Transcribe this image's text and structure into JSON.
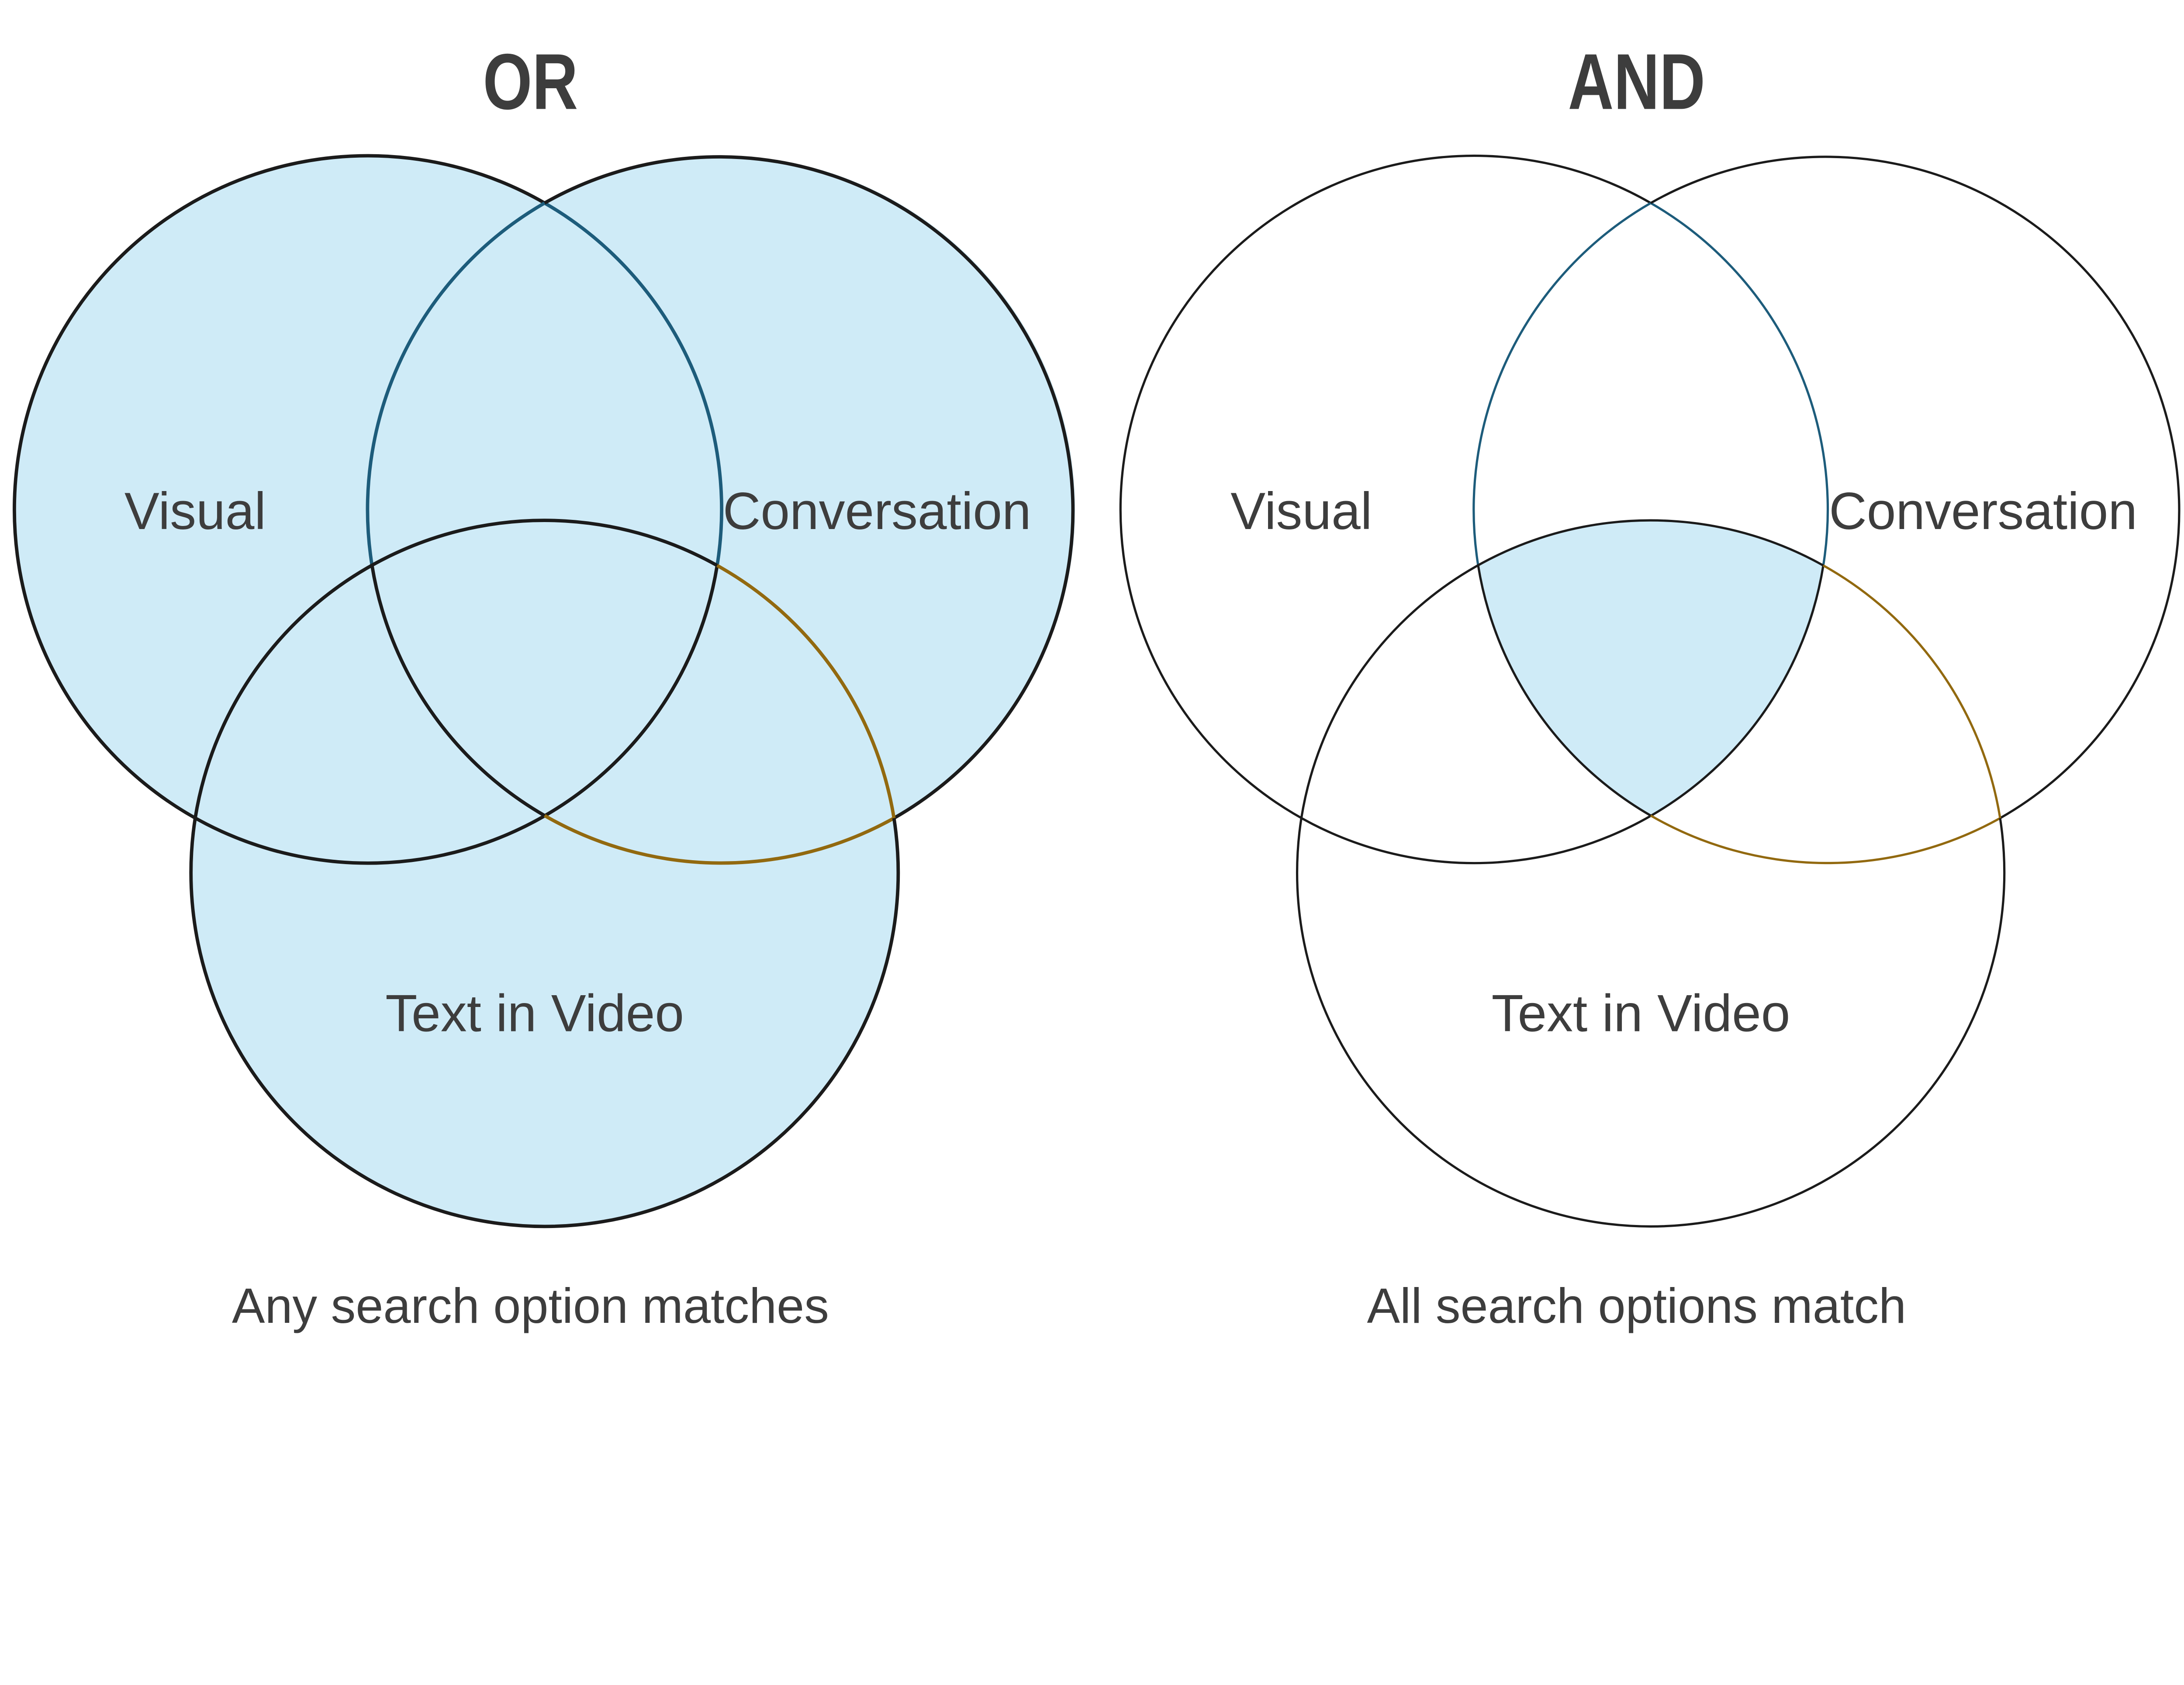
{
  "left_diagram": {
    "title": "OR",
    "labels": {
      "visual": "Visual",
      "conversation": "Conversation",
      "text_in_video": "Text in Video"
    },
    "caption": "Any search option matches"
  },
  "right_diagram": {
    "title": "AND",
    "labels": {
      "visual": "Visual",
      "conversation": "Conversation",
      "text_in_video": "Text in Video"
    },
    "caption": "All search options match"
  },
  "colors": {
    "filled_region": "#cfebf7",
    "circle_outline": "#1b1b1b",
    "visual_conversation_overlap_arc": "#1d5c7b",
    "conversation_textvideo_overlap_arc": "#92690f",
    "text": "#3d3d3d",
    "background": "#ffffff"
  }
}
